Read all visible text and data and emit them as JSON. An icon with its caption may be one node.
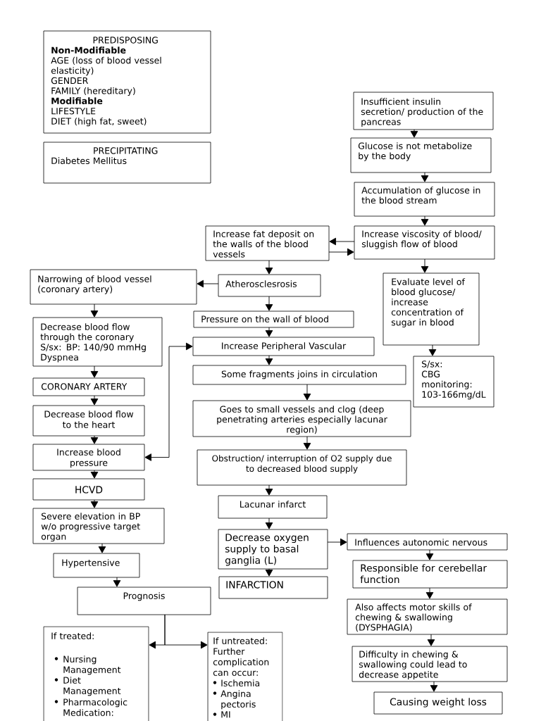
{
  "diagram": {
    "nodes": [
      {
        "text": [
          "PREDISPOSING",
          "Non-Modifiable",
          "AGE (loss of blood vessel elasticity)",
          "GENDER",
          "FAMILY (hereditary)",
          "Modifiable",
          "LIFESTYLE",
          "DIET (high fat, sweet)"
        ]
      },
      {
        "text": [
          "PRECIPITATING",
          "Diabetes Mellitus"
        ]
      },
      {
        "text": [
          "Insufficient insulin secretion/ production of the pancreas"
        ]
      },
      {
        "text": [
          "Glucose is not metabolize by the body"
        ]
      },
      {
        "text": [
          "Accumulation of glucose in the blood stream"
        ]
      },
      {
        "text": [
          "Increase viscosity of blood/ sluggish flow of blood"
        ]
      },
      {
        "text": [
          "Increase fat deposit on the walls of the blood vessels"
        ]
      },
      {
        "text": [
          "Atherosclesrosis"
        ]
      },
      {
        "text": [
          "Narrowing of blood vessel (coronary artery)"
        ]
      },
      {
        "text": [
          "Evaluate level of blood glucose/ increase concentration of sugar in blood"
        ]
      },
      {
        "text": [
          "S/sx:",
          "CBG monitoring:",
          "103-166mg/dL"
        ]
      },
      {
        "text": [
          "Decrease blood flow through the coronary",
          "S/sx: BP: 140/90 mmHg",
          "Dyspnea"
        ]
      },
      {
        "text": [
          "Pressure on the wall of blood"
        ]
      },
      {
        "text": [
          "Increase Peripheral Vascular"
        ]
      },
      {
        "text": [
          "CORONARY ARTERY"
        ]
      },
      {
        "text": [
          "Some fragments joins in circulation"
        ]
      },
      {
        "text": [
          "Decrease blood flow to the heart"
        ]
      },
      {
        "text": [
          "Goes to small vessels and clog (deep penetrating arteries especially lacunar region)"
        ]
      },
      {
        "text": [
          "Increase blood pressure"
        ]
      },
      {
        "text": [
          "Obstruction/ interruption of O2 supply due to decreased blood supply"
        ]
      },
      {
        "text": [
          "HCVD"
        ]
      },
      {
        "text": [
          "Lacunar infarct"
        ]
      },
      {
        "text": [
          "Severe elevation in BP w/o progressive target organ"
        ]
      },
      {
        "text": [
          "Decrease oxygen supply to basal ganglia (L)"
        ]
      },
      {
        "text": [
          "Influences autonomic nervous"
        ]
      },
      {
        "text": [
          "Hypertensive"
        ]
      },
      {
        "text": [
          "Responsible for cerebellar function"
        ]
      },
      {
        "text": [
          "INFARCTION"
        ]
      },
      {
        "text": [
          "Prognosis"
        ]
      },
      {
        "text": [
          "Also affects motor skills of chewing & swallowing (DYSPHAGIA)"
        ]
      },
      {
        "text": [
          "If treated:",
          "Nursing Management",
          "Diet Management",
          "Pharmacologic Medication:"
        ]
      },
      {
        "text": [
          "If untreated:",
          "Further complication can occur:",
          "Ischemia",
          "Angina pectoris",
          "MI"
        ]
      },
      {
        "text": [
          "Difficulty in chewing & swallowing could lead to decrease appetite"
        ]
      },
      {
        "text": [
          "Causing weight loss"
        ]
      }
    ],
    "edges": [
      {
        "from": 2,
        "to": 3,
        "arrow": "to"
      },
      {
        "from": 3,
        "to": 4,
        "arrow": "to"
      },
      {
        "from": 4,
        "to": 5,
        "arrow": "to"
      },
      {
        "from": 5,
        "to": 6,
        "arrow": "to"
      },
      {
        "from": 6,
        "to": 5,
        "arrow": "to"
      },
      {
        "from": 5,
        "to": 9,
        "arrow": "to"
      },
      {
        "from": 6,
        "to": 7,
        "arrow": "to"
      },
      {
        "from": 7,
        "to": 8,
        "arrow": "to"
      },
      {
        "from": 7,
        "to": 12,
        "arrow": "to"
      },
      {
        "from": 9,
        "to": 10,
        "arrow": "to"
      },
      {
        "from": 8,
        "to": 11,
        "arrow": "to"
      },
      {
        "from": 11,
        "to": 14,
        "arrow": "to"
      },
      {
        "from": 12,
        "to": 13,
        "arrow": "to"
      },
      {
        "from": 13,
        "to": 15,
        "arrow": "to"
      },
      {
        "from": 14,
        "to": 16,
        "arrow": "to"
      },
      {
        "from": 18,
        "to": 13,
        "arrow": "both"
      },
      {
        "from": 15,
        "to": 17,
        "arrow": "to"
      },
      {
        "from": 16,
        "to": 18,
        "arrow": "to"
      },
      {
        "from": 17,
        "to": 19,
        "arrow": "to"
      },
      {
        "from": 18,
        "to": 20,
        "arrow": "to"
      },
      {
        "from": 19,
        "to": 21,
        "arrow": "to"
      },
      {
        "from": 20,
        "to": 22,
        "arrow": "to"
      },
      {
        "from": 21,
        "to": 23,
        "arrow": "to"
      },
      {
        "from": 22,
        "to": 25,
        "arrow": "to"
      },
      {
        "from": 23,
        "to": 24,
        "arrow": "to"
      },
      {
        "from": 23,
        "to": 27,
        "arrow": "to"
      },
      {
        "from": 24,
        "to": 26,
        "arrow": "to"
      },
      {
        "from": 25,
        "to": 28,
        "arrow": "to"
      },
      {
        "from": 26,
        "to": 29,
        "arrow": "to"
      },
      {
        "from": 28,
        "to": 30,
        "arrow": "to"
      },
      {
        "from": 28,
        "to": 31,
        "arrow": "to"
      },
      {
        "from": 29,
        "to": 32,
        "arrow": "to"
      },
      {
        "from": 32,
        "to": 33,
        "arrow": "to"
      }
    ]
  }
}
